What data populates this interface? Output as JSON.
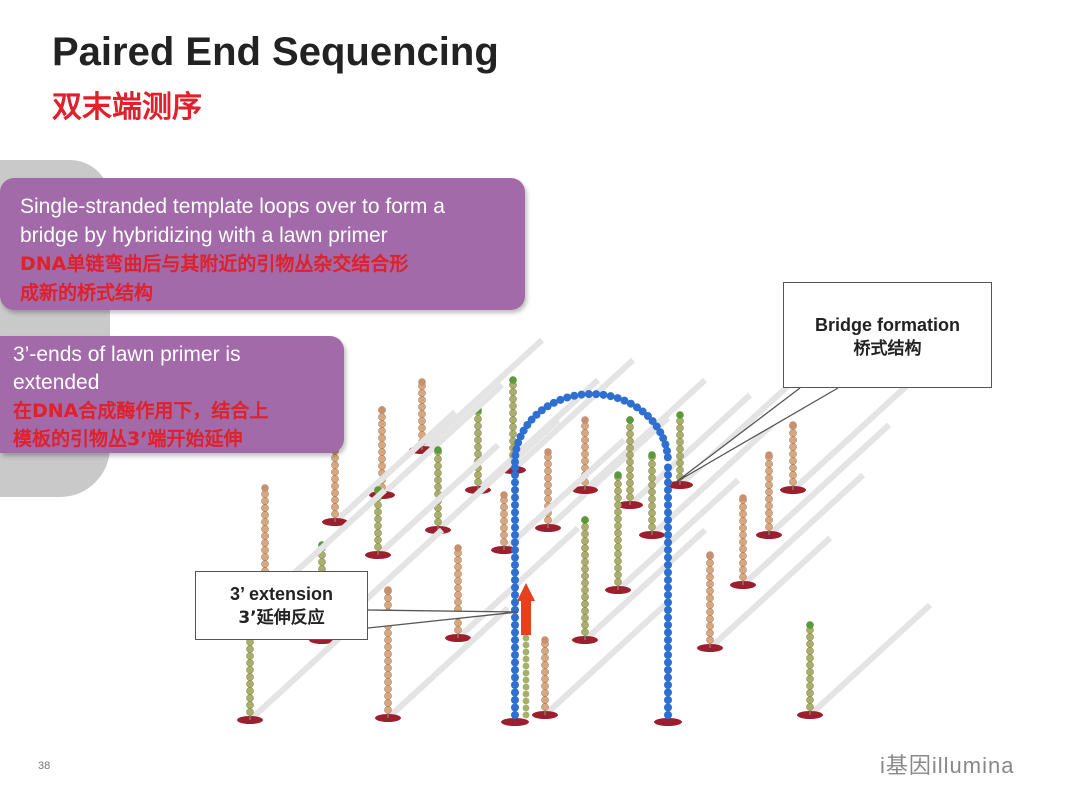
{
  "slide": {
    "title": "Paired End Sequencing",
    "subtitle": "双末端测序",
    "page_number": "38"
  },
  "box1": {
    "line1": "Single-stranded template loops over to form a",
    "line2": "bridge by hybridizing with a lawn primer",
    "cn1": "DNA单链弯曲后与其附近的引物丛杂交结合形",
    "cn2": "成新的桥式结构"
  },
  "box2": {
    "line1": "3’-ends of lawn primer is",
    "line2": "extended",
    "cn1": "在DNA合成酶作用下，结合上",
    "cn2": "模板的引物丛3’端开始延伸"
  },
  "callout_bridge": {
    "en": "Bridge formation",
    "cn": "桥式结构"
  },
  "callout_extension": {
    "en": "3’ extension",
    "cn": "3’延伸反应"
  },
  "logo": {
    "text": "i基因illumina"
  },
  "colors": {
    "purple": "#a26aa9",
    "red": "#e0202a",
    "blue": "#2f6fd0",
    "arrow": "#e8401c"
  }
}
